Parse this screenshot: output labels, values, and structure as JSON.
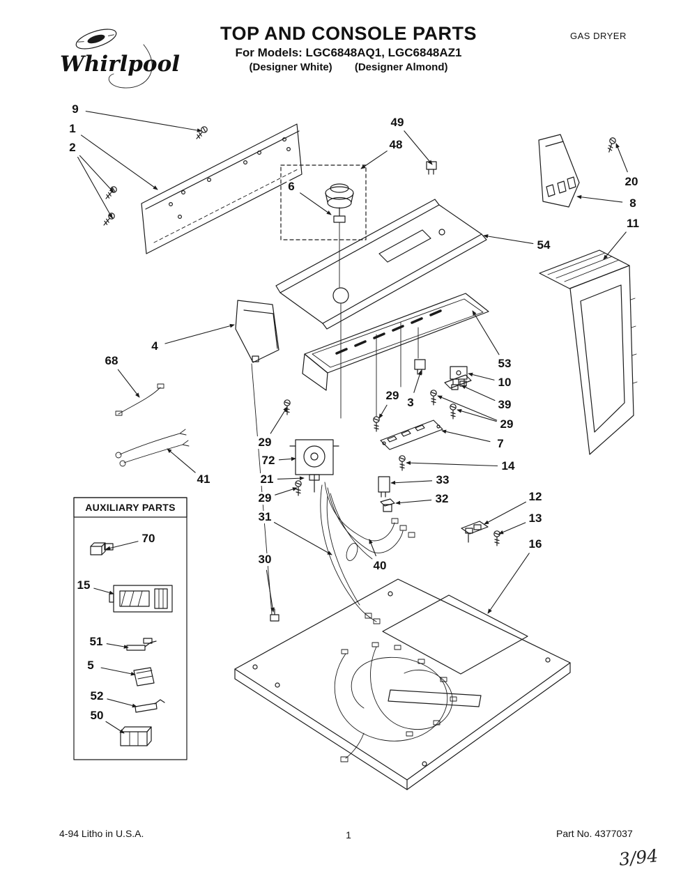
{
  "page": {
    "header": {
      "brand": "Whirlpool",
      "title": "TOP AND CONSOLE PARTS",
      "models": "For Models: LGC6848AQ1, LGC6848AZ1",
      "finish_white": "(Designer White)",
      "finish_almond": "(Designer Almond)",
      "product_type": "GAS DRYER"
    },
    "auxiliary": {
      "title": "AUXILIARY PARTS"
    },
    "footer": {
      "litho": "4-94  Litho in U.S.A.",
      "page_number": "1",
      "part_no": "Part No. 4377037",
      "handwritten": "3/94"
    },
    "colors": {
      "ink": "#1a1a1a",
      "paper": "#ffffff"
    }
  },
  "callouts": [
    {
      "num": "9",
      "label": [
        108,
        157
      ],
      "target": [
        289,
        188
      ]
    },
    {
      "num": "1",
      "label": [
        104,
        185
      ],
      "target": [
        226,
        272
      ]
    },
    {
      "num": "2",
      "label": [
        104,
        212
      ],
      "target": [
        163,
        276
      ],
      "target2": [
        161,
        313
      ]
    },
    {
      "num": "49",
      "label": [
        570,
        176
      ],
      "target": [
        620,
        236
      ]
    },
    {
      "num": "48",
      "label": [
        568,
        208
      ],
      "target": [
        518,
        242
      ]
    },
    {
      "num": "6",
      "label": [
        418,
        268
      ],
      "target": [
        475,
        308
      ]
    },
    {
      "num": "20",
      "label": [
        906,
        261
      ],
      "target": [
        884,
        206
      ]
    },
    {
      "num": "8",
      "label": [
        908,
        292
      ],
      "target": [
        828,
        282
      ]
    },
    {
      "num": "11",
      "label": [
        908,
        321
      ],
      "target": [
        866,
        372
      ]
    },
    {
      "num": "54",
      "label": [
        780,
        352
      ],
      "target": [
        694,
        338
      ]
    },
    {
      "num": "4",
      "label": [
        222,
        497
      ],
      "target": [
        336,
        466
      ]
    },
    {
      "num": "68",
      "label": [
        160,
        518
      ],
      "target": [
        200,
        570
      ]
    },
    {
      "num": "53",
      "label": [
        724,
        522
      ],
      "target": [
        678,
        446
      ]
    },
    {
      "num": "10",
      "label": [
        724,
        549
      ],
      "target": [
        672,
        536
      ]
    },
    {
      "num": "39",
      "label": [
        724,
        581
      ],
      "target": [
        662,
        553
      ]
    },
    {
      "num": "29",
      "label": [
        563,
        568
      ],
      "target": [
        544,
        600
      ]
    },
    {
      "num": "3",
      "label": [
        589,
        578
      ],
      "target": [
        604,
        532
      ]
    },
    {
      "num": "29",
      "label": [
        727,
        609
      ],
      "target": [
        656,
        588
      ],
      "target2": [
        628,
        568
      ]
    },
    {
      "num": "29",
      "label": [
        380,
        635
      ],
      "target": [
        412,
        584
      ]
    },
    {
      "num": "7",
      "label": [
        718,
        637
      ],
      "target": [
        634,
        618
      ]
    },
    {
      "num": "72",
      "label": [
        385,
        661
      ],
      "target": [
        424,
        658
      ]
    },
    {
      "num": "21",
      "label": [
        383,
        688
      ],
      "target": [
        436,
        686
      ]
    },
    {
      "num": "14",
      "label": [
        729,
        669
      ],
      "target": [
        583,
        664
      ]
    },
    {
      "num": "33",
      "label": [
        635,
        689
      ],
      "target": [
        561,
        693
      ]
    },
    {
      "num": "29",
      "label": [
        380,
        715
      ],
      "target": [
        426,
        700
      ]
    },
    {
      "num": "32",
      "label": [
        634,
        716
      ],
      "target": [
        568,
        722
      ]
    },
    {
      "num": "31",
      "label": [
        380,
        742
      ],
      "target": [
        476,
        796
      ]
    },
    {
      "num": "12",
      "label": [
        768,
        713
      ],
      "target": [
        695,
        752
      ]
    },
    {
      "num": "13",
      "label": [
        768,
        744
      ],
      "target": [
        716,
        766
      ]
    },
    {
      "num": "16",
      "label": [
        768,
        781
      ],
      "target": [
        700,
        880
      ]
    },
    {
      "num": "30",
      "label": [
        380,
        803
      ],
      "target": [
        392,
        878
      ]
    },
    {
      "num": "40",
      "label": [
        545,
        812
      ],
      "target": [
        530,
        774
      ]
    },
    {
      "num": "41",
      "label": [
        292,
        688
      ],
      "target": [
        240,
        644
      ]
    },
    {
      "num": "70",
      "label": [
        213,
        773
      ],
      "target": [
        152,
        788
      ]
    },
    {
      "num": "15",
      "label": [
        120,
        840
      ],
      "target": [
        163,
        852
      ]
    },
    {
      "num": "51",
      "label": [
        138,
        921
      ],
      "target": [
        184,
        929
      ]
    },
    {
      "num": "5",
      "label": [
        130,
        955
      ],
      "target": [
        194,
        968
      ]
    },
    {
      "num": "52",
      "label": [
        139,
        999
      ],
      "target": [
        196,
        1014
      ]
    },
    {
      "num": "50",
      "label": [
        139,
        1027
      ],
      "target": [
        178,
        1052
      ]
    }
  ]
}
